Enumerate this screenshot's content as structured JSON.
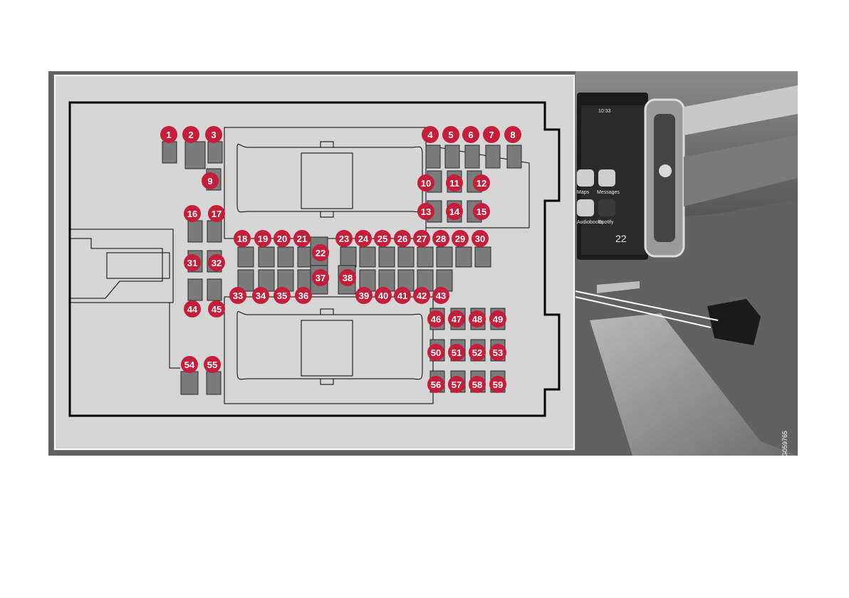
{
  "diagram": {
    "fuse_labels": [
      "1",
      "2",
      "3",
      "4",
      "5",
      "6",
      "7",
      "8",
      "9",
      "10",
      "11",
      "12",
      "13",
      "14",
      "15",
      "16",
      "17",
      "18",
      "19",
      "20",
      "21",
      "22",
      "23",
      "24",
      "25",
      "26",
      "27",
      "28",
      "29",
      "30",
      "31",
      "32",
      "33",
      "34",
      "35",
      "36",
      "37",
      "38",
      "39",
      "40",
      "41",
      "42",
      "43",
      "44",
      "45",
      "46",
      "47",
      "48",
      "49",
      "50",
      "51",
      "52",
      "53",
      "54",
      "55",
      "56",
      "57",
      "58",
      "59"
    ],
    "image_code": "G059765",
    "screen": {
      "clock": "10:33",
      "temperature": "22",
      "apps": [
        "Maps",
        "Messages",
        "Audiobooks",
        "Spotify"
      ]
    },
    "colors": {
      "badge": "#c41e3a",
      "fuse": "#7b7b7b",
      "panel": "#d6d6d6"
    }
  }
}
